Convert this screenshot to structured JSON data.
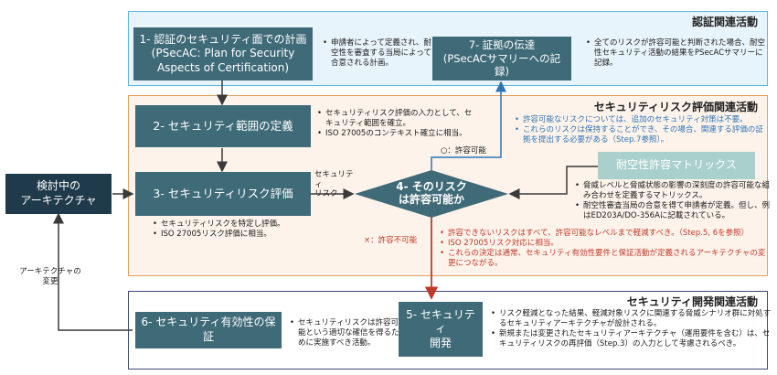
{
  "zones": {
    "certification": {
      "title": "認証関連活動",
      "bg": "#e8f4fb",
      "border": "#5bb8d8"
    },
    "risk_eval": {
      "title": "セキュリティリスク評価関連活動",
      "bg": "#fdf3ea",
      "border": "#e0a060"
    },
    "dev": {
      "title": "セキュリティ開発関連活動",
      "bg": "#ffffff",
      "border": "#3b4a72"
    }
  },
  "boxes": {
    "plan": "1- 認証のセキュリティ面での計画\n(PSecAC: Plan for Security\nAspects of Certification)",
    "evidence": "7- 証拠の伝達\n(PSecACサマリーへの記録)",
    "scope": "2- セキュリティ範囲の定義",
    "risk_eval": "3- セキュリティリスク評価",
    "decision": "4- そのリスク\nは許容可能か",
    "matrix": "耐空性許容マトリックス",
    "arch": "検討中の\nアーキテクチャ",
    "effectiveness": "6- セキュリティ有効性の保証",
    "development": "5- セキュリティ\n開発"
  },
  "notes": {
    "plan": [
      "申請者によって定義され、耐空性を審査する当局によって合意される計画。"
    ],
    "evidence": [
      "全てのリスクが許容可能と判断された場合、耐空性セキュリティ活動の結果をPSecACサマリーに記録。"
    ],
    "scope": [
      "セキュリティリスク評価の入力として、セキュリティ範囲を確立。",
      "ISO 27005のコンテキスト確立に相当。"
    ],
    "acceptable": [
      "許容可能なリスクについては、追加のセキュリティ対策は不要。",
      "これらのリスクは保持することができ、その場合、関連する評価の証拠を提出する必要がある（Step.7参照）。"
    ],
    "matrix": [
      "脅威レベルと脅威状態の影響の深刻度の許容可能な組み合わせを定義するマトリックス。",
      "耐空性審査当局の合意を得て申請者が定義。但し、例はED203A/DO-356Aに記載されている。"
    ],
    "risk_eval": [
      "セキュリティリスクを特定し評価。",
      "ISO 27005リスク評価に相当。"
    ],
    "not_acceptable": [
      "許容できないリスクはすべて、許容可能なレベルまで軽減すべき。（Step.5, 6を参照）",
      "ISO 27005リスク対応に相当。",
      "これらの決定は通常、セキュリティ有効性要件と保証活動が定義されるアーキテクチャの変更につながる。"
    ],
    "effectiveness": [
      "セキュリティリスクは許容可能という適切な確信を得るために実施すべき活動。"
    ],
    "development": [
      "リスク軽減となった結果、軽減対象リスクに関連する脅威シナリオ群に対処するセキュリティアーキテクチャが設計される。",
      "新規または変更されたセキュリティアーキテクチャ（運用要件を含む）は、セキュリティリスクの再評価（Step.3）の入力として考慮されるべき。"
    ]
  },
  "labels": {
    "security_risk": "セキュリティ\nリスク",
    "yes_acceptable": "○：許容可能",
    "no_acceptable": "×：許容不可能",
    "arch_change": "アーキテクチャの\n変更"
  },
  "colors": {
    "box": "#3f6a78",
    "matrix": "#a9d0cd",
    "arch": "#1f3a4a",
    "red_arrow": "#c0392b",
    "blue_arrow": "#2e74b5"
  }
}
